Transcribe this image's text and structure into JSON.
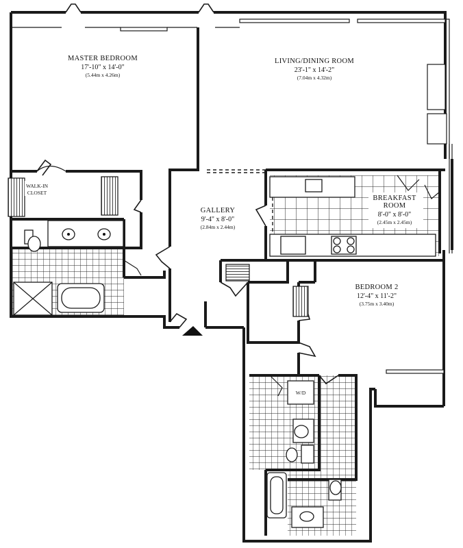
{
  "rooms": {
    "master_bedroom": {
      "name": "MASTER BEDROOM",
      "dims": "17'-10\" x 14'-0\"",
      "metric": "(5.44m x 4.26m)"
    },
    "living_dining": {
      "name": "LIVING/DINING ROOM",
      "dims": "23'-1\" x 14'-2\"",
      "metric": "(7.04m x 4.32m)"
    },
    "breakfast": {
      "name_line1": "BREAKFAST",
      "name_line2": "ROOM",
      "dims": "8'-0\" x 8'-0\"",
      "metric": "(2.45m x 2.45m)"
    },
    "gallery": {
      "name": "GALLERY",
      "dims": "9'-4\" x 8'-0\"",
      "metric": "(2.84m x 2.44m)"
    },
    "bedroom2": {
      "name": "BEDROOM 2",
      "dims": "12'-4\" x 11'-2\"",
      "metric": "(3.75m x 3.40m)"
    }
  },
  "labels": {
    "walk_in_line1": "WALK-IN",
    "walk_in_line2": "CLOSET",
    "washer_dryer": "W/D"
  },
  "icons": {
    "entry": "entry-triangle-icon"
  }
}
